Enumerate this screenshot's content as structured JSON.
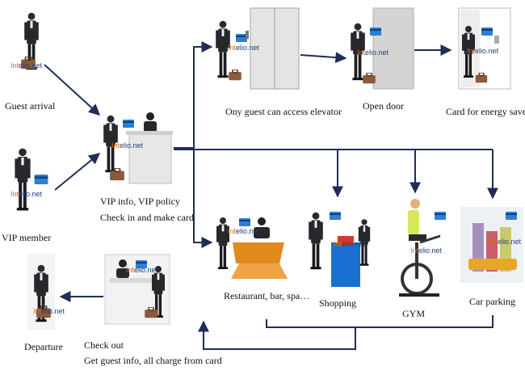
{
  "watermark": {
    "prefix": "Int",
    "suffix": "elio.net"
  },
  "labels": {
    "guest_arrival": "Guest arrival",
    "vip_member": "VIP member",
    "vip_info_1": "VIP info, VIP policy",
    "vip_info_2": "Check in and make card",
    "elevator": "Ony guest can access elevator",
    "open_door": "Open door",
    "energy_saver": "Card for energy saver",
    "restaurant": "Restaurant, bar, spa…",
    "shopping": "Shopping",
    "gym": "GYM",
    "car_parking": "Car parking",
    "check_out_1": "Check out",
    "check_out_2": "Get guest info, all charge from card",
    "departure": "Departure"
  },
  "colors": {
    "arrow": "#1f2d5a",
    "suit": "#26282c",
    "card": "#2a7fd6",
    "desk": "#e7e7e7",
    "table": "#e08a1e",
    "shopping_box": "#1b6fd1",
    "door": "#d4d4d4",
    "watermark_accent": "#d36a1a",
    "watermark_text": "#1f3e7a"
  }
}
